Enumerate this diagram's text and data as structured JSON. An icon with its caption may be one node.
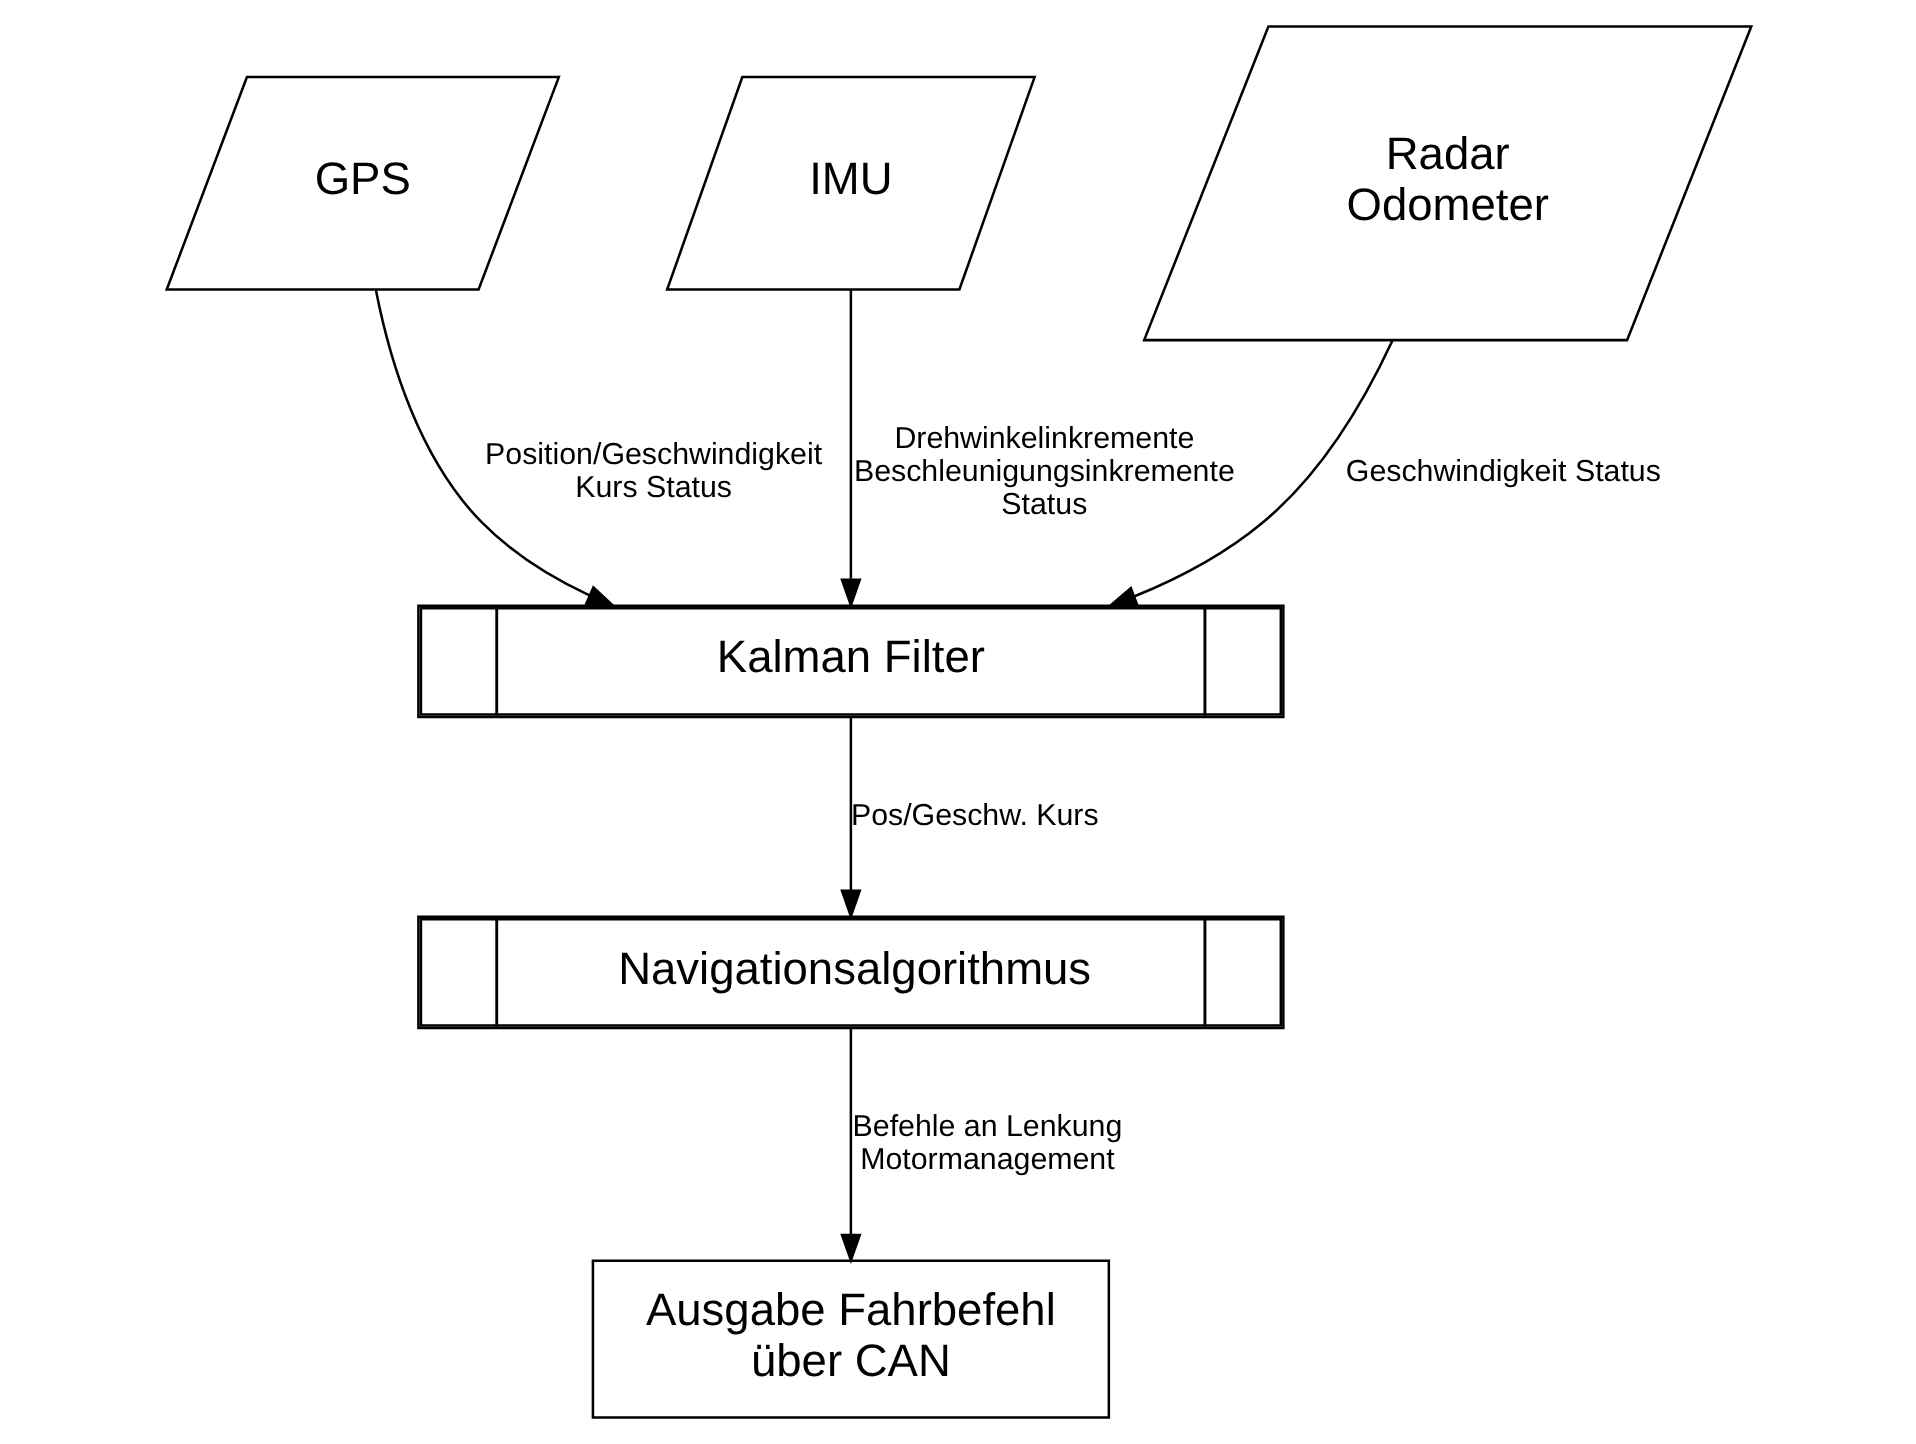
{
  "diagram": {
    "nodes": [
      {
        "text": [
          "GPS"
        ]
      },
      {
        "text": [
          "IMU"
        ]
      },
      {
        "text": [
          "Radar Odometer"
        ]
      },
      {
        "text": [
          "Kalman Filter"
        ]
      },
      {
        "text": [
          "Navigationsalgorithmus"
        ]
      },
      {
        "text": [
          "Ausgabe Fahrbefehl über CAN"
        ]
      }
    ],
    "edges": [
      {
        "from": 0,
        "to": 3,
        "arrow": "to",
        "label": "Position/Geschwindigkeit Kurs Status"
      },
      {
        "from": 1,
        "to": 3,
        "arrow": "to",
        "label": "Drehwinkelinkremente Beschleunigungsinkremente Status"
      },
      {
        "from": 2,
        "to": 3,
        "arrow": "to",
        "label": "Geschwindigkeit Status"
      },
      {
        "from": 3,
        "to": 4,
        "arrow": "to",
        "label": "Pos/Geschw. Kurs"
      },
      {
        "from": 4,
        "to": 5,
        "arrow": "to",
        "label": "Befehle an Lenkung Motormanagement"
      }
    ]
  }
}
